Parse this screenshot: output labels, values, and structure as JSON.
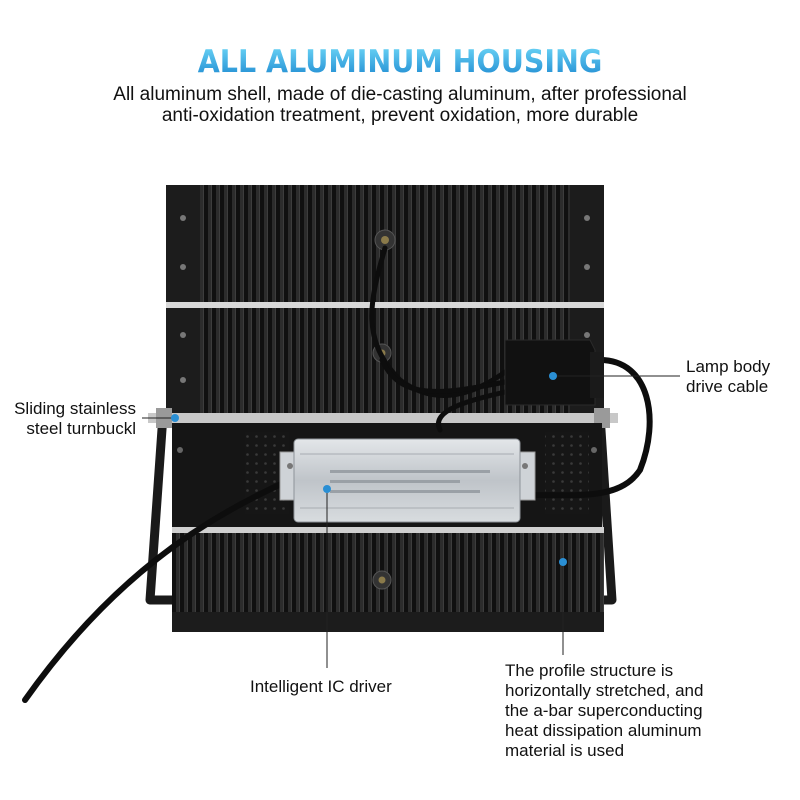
{
  "header": {
    "title": "ALL ALUMINUM HOUSING",
    "title_color_top": "#5dd0f5",
    "title_color_bottom": "#1a8ad0",
    "subtitle_line1": "All aluminum shell, made of die-casting aluminum, after professional",
    "subtitle_line2": "anti-oxidation treatment, prevent oxidation, more durable"
  },
  "callouts": {
    "lamp_cable_line1": "Lamp body",
    "lamp_cable_line2": "drive cable",
    "turnbuckle_line1": "Sliding stainless",
    "turnbuckle_line2": "steel turnbuckl",
    "driver": "Intelligent IC driver",
    "profile_line1": "The profile structure is",
    "profile_line2": "horizontally stretched, and",
    "profile_line3": "the a-bar superconducting",
    "profile_line4": "heat dissipation aluminum",
    "profile_line5": "material is used"
  },
  "colors": {
    "marker": "#2a8fd4",
    "housing": "#141414",
    "driver_case": "#c9cdd1"
  }
}
